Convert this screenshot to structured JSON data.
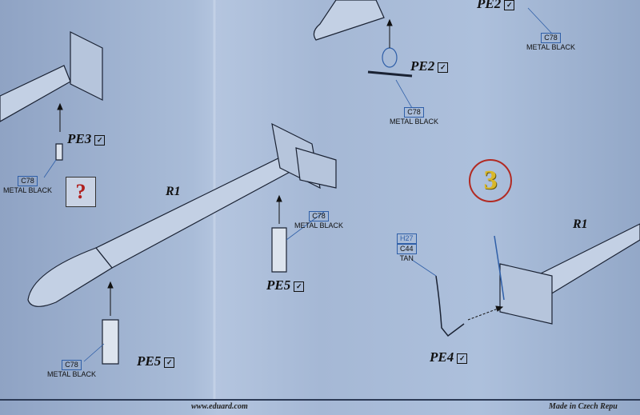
{
  "sheet": {
    "step_number": "3",
    "help_mark": "?",
    "parts": [
      {
        "id": "pe2-top",
        "label": "PE2",
        "check": "✓"
      },
      {
        "id": "pe2",
        "label": "PE2",
        "check": "✓"
      },
      {
        "id": "pe3",
        "label": "PE3",
        "check": "✓"
      },
      {
        "id": "pe5-mid",
        "label": "PE5",
        "check": "✓"
      },
      {
        "id": "pe5-left",
        "label": "PE5",
        "check": "✓"
      },
      {
        "id": "pe4",
        "label": "PE4",
        "check": "✓"
      }
    ],
    "rockets": [
      {
        "label": "R1"
      },
      {
        "label": "R1"
      }
    ],
    "paints": [
      {
        "code": "C78",
        "name": "METAL BLACK"
      },
      {
        "code": "C78",
        "name": "METAL BLACK"
      },
      {
        "code": "C78",
        "name": "METAL BLACK"
      },
      {
        "code": "C78",
        "name": "METAL BLACK"
      },
      {
        "code": "C78",
        "name": "METAL BLACK"
      }
    ],
    "tan_paint": {
      "code1": "H27",
      "code2": "C44",
      "name": "TAN"
    }
  },
  "footer": {
    "website": "www.eduard.com",
    "origin": "Made in Czech Repu"
  }
}
